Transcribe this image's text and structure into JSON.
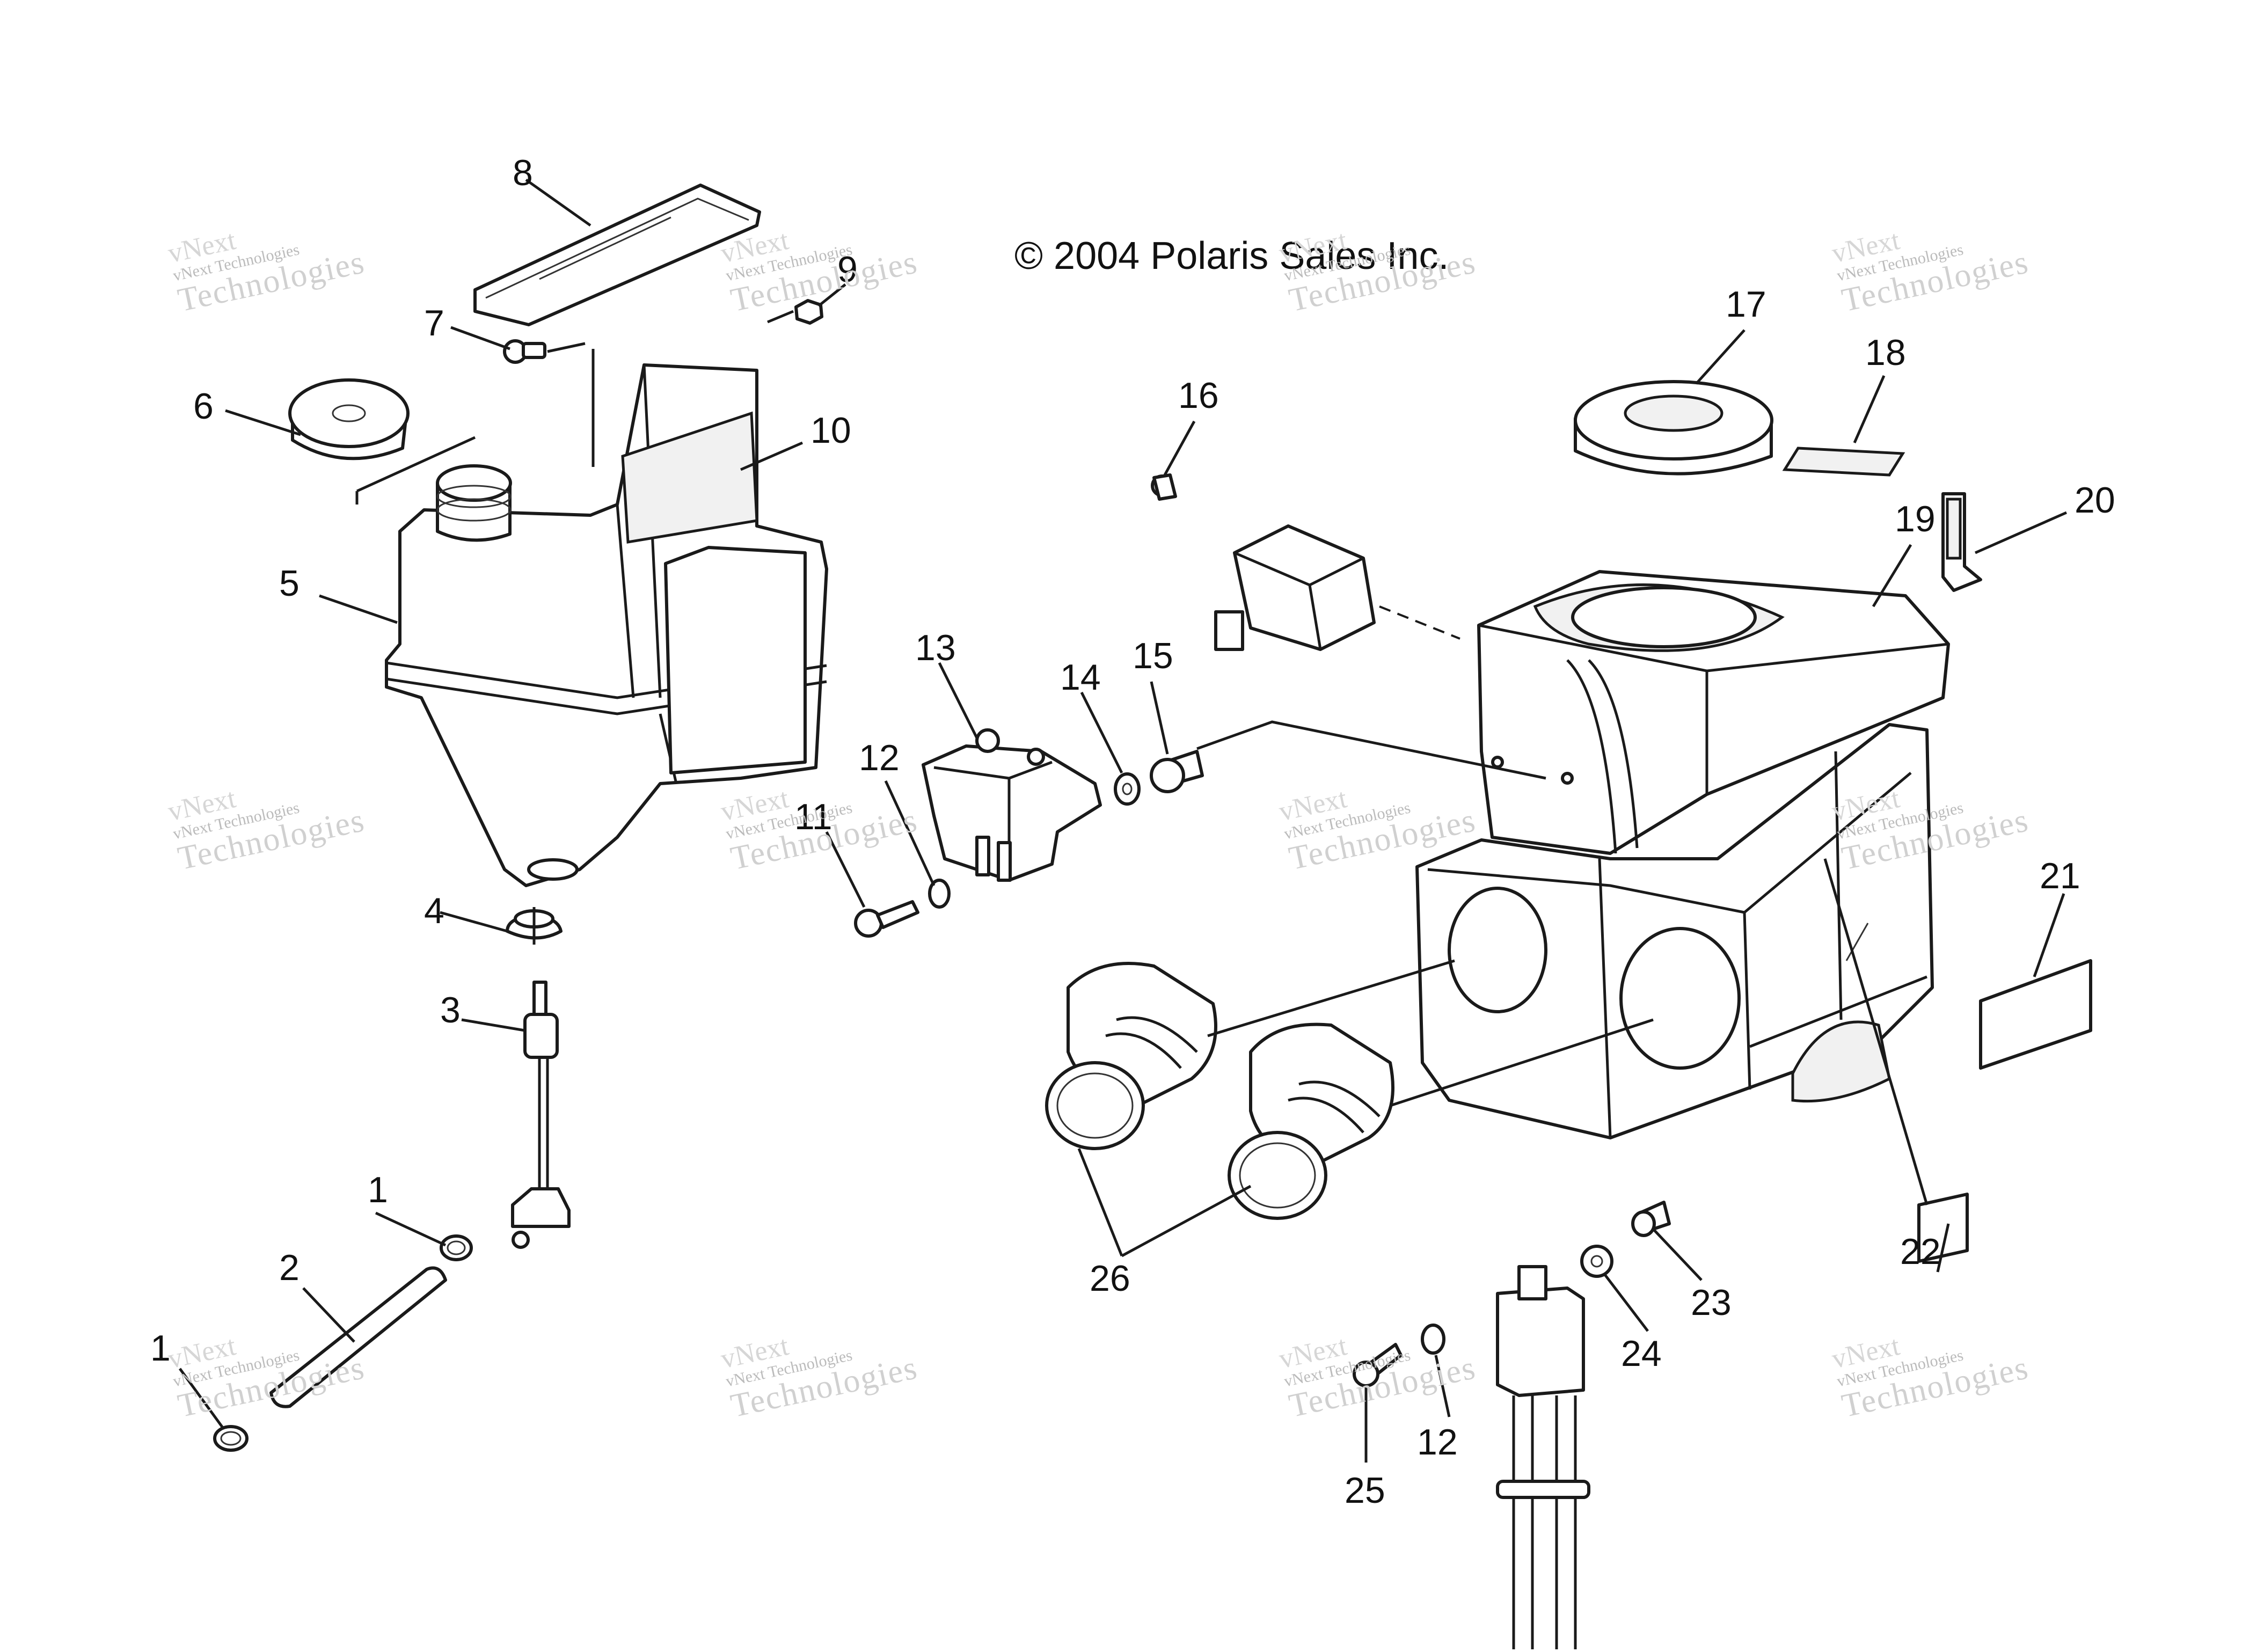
{
  "copyright": "© 2004 Polaris Sales Inc.",
  "watermark": {
    "line1": "vNext",
    "line2": "vNext Technologies",
    "line3": "Technologies"
  },
  "callouts": [
    "1",
    "2",
    "1",
    "3",
    "4",
    "5",
    "6",
    "7",
    "8",
    "9",
    "10",
    "11",
    "12",
    "13",
    "14",
    "15",
    "16",
    "17",
    "18",
    "19",
    "20",
    "21",
    "22",
    "23",
    "24",
    "12",
    "25",
    "26"
  ]
}
